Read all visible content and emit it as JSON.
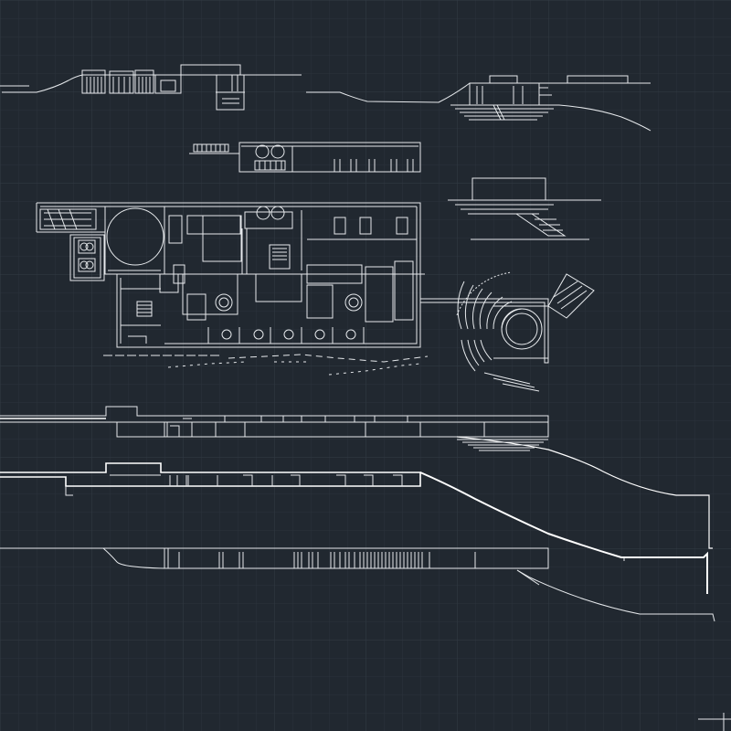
{
  "app": {
    "title": "CAD model space",
    "background_color": "#212830",
    "grid_minor_color": "#2a323b",
    "grid_major_color": "#323b45",
    "line_color": "#e6e9ec",
    "line_bright_color": "#ffffff"
  },
  "drawing": {
    "views": [
      "elevation-top-left",
      "elevation-top-right",
      "small-section",
      "small-elevation-right",
      "main-floor-plan",
      "amphitheater-plan",
      "long-section-1",
      "long-section-2",
      "long-elevation-3"
    ]
  }
}
